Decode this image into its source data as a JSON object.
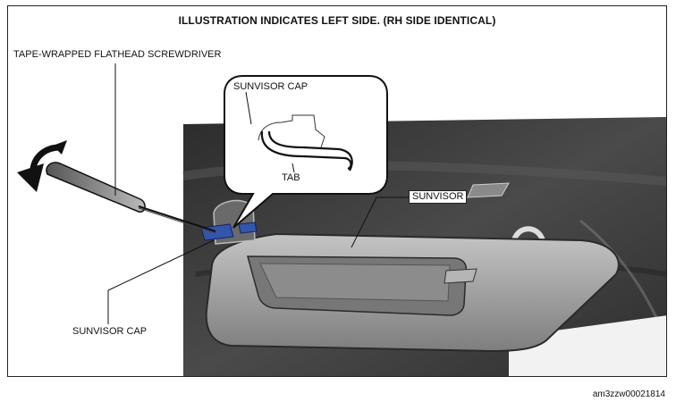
{
  "title": "ILLUSTRATION INDICATES LEFT SIDE. (RH SIDE IDENTICAL)",
  "callouts": {
    "screwdriver": "TAPE-WRAPPED FLATHEAD SCREWDRIVER",
    "sunvisor_cap_detail": "SUNVISOR CAP",
    "tab": "TAB",
    "sunvisor": "SUNVISOR",
    "sunvisor_cap": "SUNVISOR CAP"
  },
  "figure_id": "am3zzw00021814",
  "colors": {
    "headliner": "#3a3a3a",
    "sunvisor": "#9a9a9a",
    "tape": "#3355aa",
    "outline": "#111111"
  }
}
